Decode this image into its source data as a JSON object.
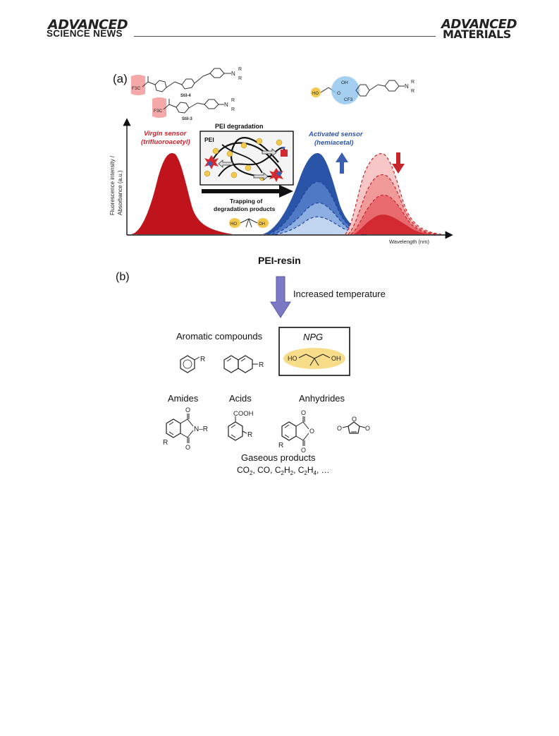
{
  "header": {
    "left_logo_top": "ADVANCED",
    "left_logo_bottom": "SCIENCE NEWS",
    "right_logo_top": "ADVANCED",
    "right_logo_bottom": "MATERIALS"
  },
  "panel_a": {
    "label": "(a)",
    "sensor_top_label": "Stil-4",
    "sensor_bottom_label": "Stil-3",
    "trifluoro_group": "F3C",
    "amine_n": "N",
    "amine_r": "R",
    "virgin_sensor_line1": "Virgin sensor",
    "virgin_sensor_line2": "(trifluoroacetyl)",
    "activated_sensor_line1": "Activated sensor",
    "activated_sensor_line2": "(hemiacetal)",
    "y_axis_line1": "Fluorescence intensity /",
    "y_axis_line2": "Absorbance (a.u.)",
    "x_axis": "Wavelength (nm)",
    "inset_title": "PEI degradation",
    "inset_label": "PEI",
    "trapping_line1": "Trapping of",
    "trapping_line2": "degradation products",
    "hemiacetal_oh": "OH",
    "hemiacetal_ho": "HO",
    "hemiacetal_o": "O",
    "hemiacetal_cf3": "CF3",
    "diol_ho": "HO",
    "diol_oh": "OH",
    "colors": {
      "red": "#c0141c",
      "blue": "#2a54a8",
      "arrow_red": "#c4262a",
      "arrow_blue": "#3a5fb0"
    }
  },
  "panel_b": {
    "label": "(b)",
    "title": "PEI-resin",
    "arrow_label": "Increased temperature",
    "aromatic_title": "Aromatic compounds",
    "npg_title": "NPG",
    "npg_ho": "HO",
    "npg_oh": "OH",
    "r_sub": "R",
    "amides_title": "Amides",
    "acids_title": "Acids",
    "anhydrides_title": "Anhydrides",
    "cooh": "COOH",
    "n_r": "N–R",
    "o": "O",
    "gaseous_title": "Gaseous products",
    "gas_co2": "CO",
    "gas_co2_sub": "2",
    "gas_co": "CO,",
    "gas_c2h2_a": "C",
    "gas_c2h2_sub1": "2",
    "gas_c2h2_b": "H",
    "gas_c2h2_sub2": "2",
    "gas_c2h4_a": "C",
    "gas_c2h4_sub1": "2",
    "gas_c2h4_b": "H",
    "gas_c2h4_sub2": "4",
    "gas_more": ", …",
    "colors": {
      "arrow": "#7b78c4",
      "npg_ellipse": "#f7dc8a"
    }
  }
}
